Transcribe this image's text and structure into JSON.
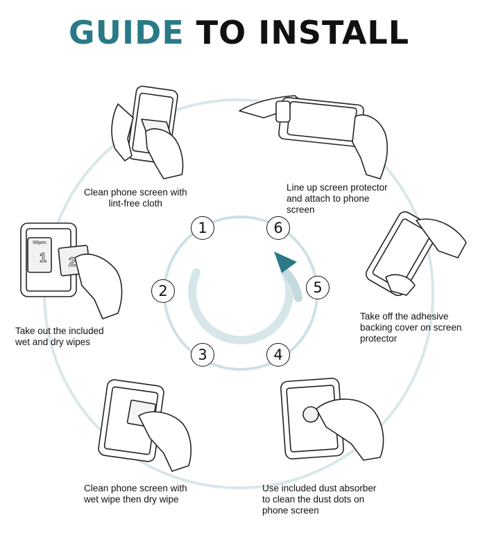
{
  "title": {
    "highlight": "GUIDE",
    "rest": " TO INSTALL"
  },
  "colors": {
    "accent": "#2a7a86",
    "ring": "#d9e7ea",
    "arrow": "#2a7a86",
    "ink": "#111111"
  },
  "steps": [
    {
      "number": "1",
      "lines": [
        "Clean phone screen with",
        "lint-free cloth"
      ]
    },
    {
      "number": "2",
      "lines": [
        "Take out the included",
        "wet and dry wipes"
      ]
    },
    {
      "number": "3",
      "lines": [
        "Clean phone screen with",
        "wet wipe then dry wipe"
      ]
    },
    {
      "number": "4",
      "lines": [
        "Use included dust absorber",
        "to clean the dust dots on",
        "phone screen"
      ]
    },
    {
      "number": "5",
      "lines": [
        "Take off the adhesive",
        "backing cover on screen",
        "protector"
      ]
    },
    {
      "number": "6",
      "lines": [
        "Line up screen protector",
        "and attach to phone",
        "screen"
      ]
    }
  ],
  "wipes": {
    "label": "Wipes",
    "wet": "1",
    "dry": "2"
  },
  "icons": [
    "cycle-arrow-icon",
    "hand-cloth-icon",
    "hand-wipes-icon",
    "hand-wipe-icon",
    "hand-absorber-icon",
    "hand-backing-icon",
    "hands-align-icon"
  ]
}
